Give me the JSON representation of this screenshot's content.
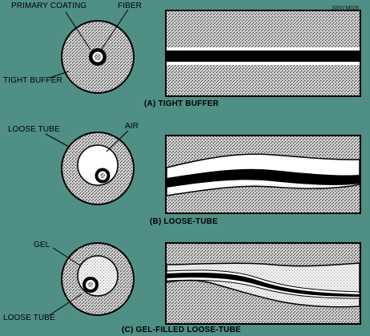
{
  "figure_code": "30NVM028",
  "sections": [
    {
      "caption": "(A)  TIGHT BUFFER",
      "labels": [
        "PRIMARY COATING",
        "FIBER",
        "TIGHT BUFFER"
      ]
    },
    {
      "caption": "(B)  LOOSE-TUBE",
      "labels": [
        "LOOSE TUBE",
        "AIR"
      ]
    },
    {
      "caption": "(C)  GEL-FILLED LOOSE-TUBE",
      "labels": [
        "GEL",
        "LOOSE TUBE"
      ]
    }
  ]
}
